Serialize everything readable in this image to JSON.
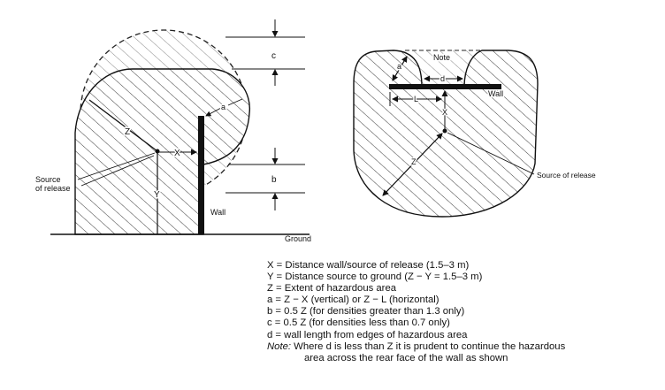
{
  "left_diagram": {
    "labels": {
      "c": "c",
      "b": "b",
      "a": "a",
      "z": "Z",
      "x": "X",
      "y": "Y",
      "wall": "Wall",
      "ground": "Ground",
      "source_line1": "Source",
      "source_line2": "of release"
    }
  },
  "right_diagram": {
    "labels": {
      "note": "Note",
      "a": "a",
      "d": "d",
      "l": "L",
      "x": "X",
      "z": "Z",
      "wall": "Wall",
      "source": "Source of release"
    }
  },
  "legend": {
    "lines": [
      "X = Distance wall/source of release (1.5–3 m)",
      "Y = Distance source to ground (Z − Y = 1.5–3 m)",
      "Z = Extent of hazardous area",
      "a = Z − X (vertical) or Z − L (horizontal)",
      "b = 0.5 Z (for densities greater than 1.3 only)",
      "c = 0.5 Z (for densities less than 0.7 only)",
      "d = wall length from edges of hazardous area"
    ],
    "note_label": "Note:",
    "note_text": "Where d is less than Z it is prudent to continue the hazardous",
    "note_text2": "area across the rear face of the wall as shown"
  }
}
